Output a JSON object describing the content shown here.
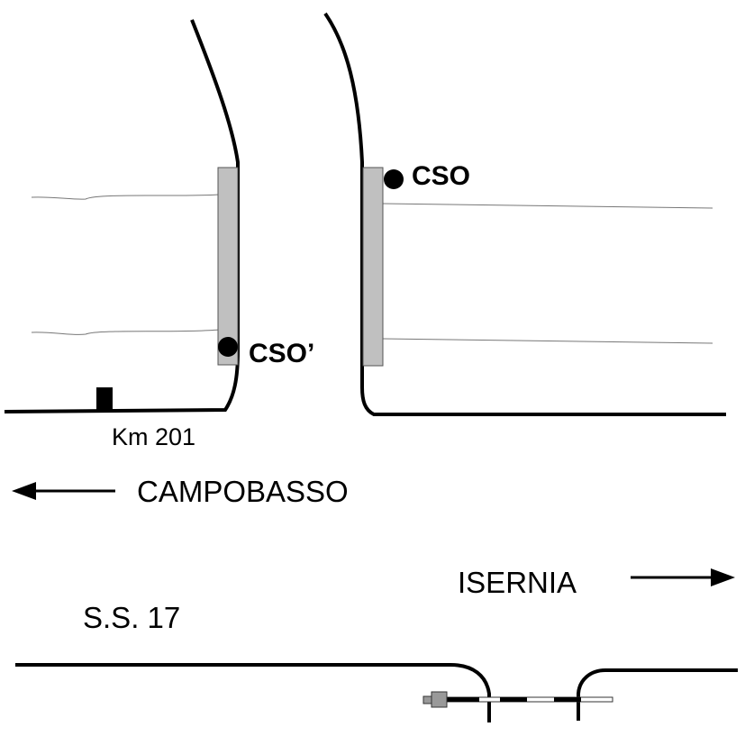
{
  "labels": {
    "cso": "CSO",
    "cso_prime": "CSO’",
    "km_marker": "Km 201",
    "campobasso": "CAMPOBASSO",
    "isernia": "ISERNIA",
    "road": "S.S. 17"
  },
  "colors": {
    "line": "#000000",
    "pier": "#c0c0c0",
    "pier_stroke": "#555555",
    "thin_line": "#777777"
  }
}
